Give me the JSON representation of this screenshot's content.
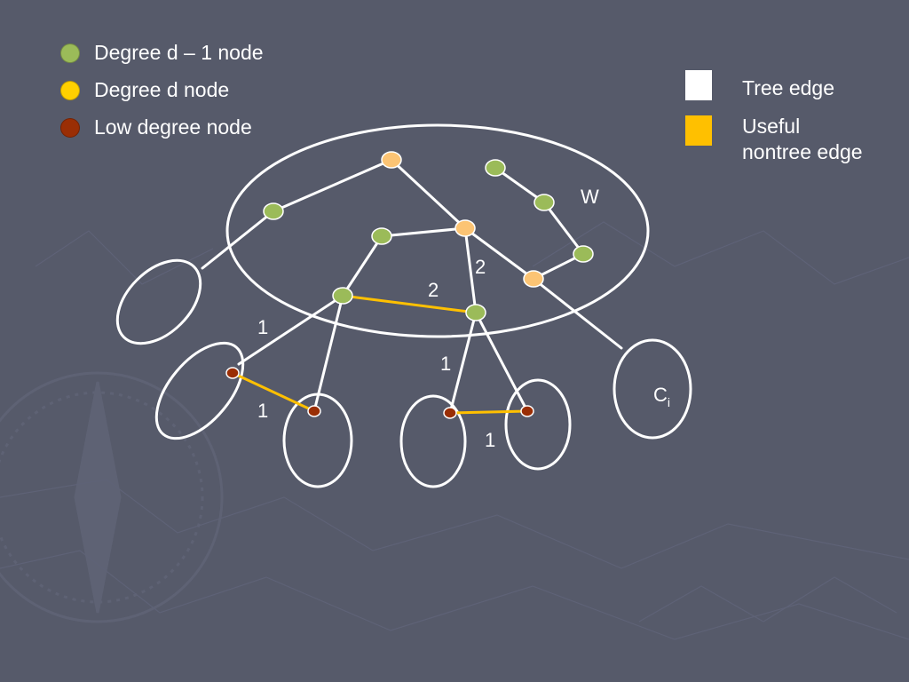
{
  "legend": {
    "degree_d_minus_1": "Degree d – 1 node",
    "degree_d": "Degree d  node",
    "low_degree": "Low degree  node",
    "tree_edge": "Tree edge",
    "useful_nontree_line1": "Useful",
    "useful_nontree_line2": "nontree edge"
  },
  "colors": {
    "background": "#565a6a",
    "green_node": "#9bbb59",
    "orange_node": "#fcc474",
    "brown_node": "#9a2e05",
    "tree_edge": "#ffffff",
    "nontree_edge": "#ffc000",
    "legend_white": "#ffffff",
    "legend_yellow": "#ffc000",
    "legend_dot_yellow": "#ffd000"
  },
  "labels": {
    "W": "W",
    "Ci_main": "C",
    "Ci_sub": "i",
    "edge_2_upper": "2",
    "edge_2_lower": "2",
    "edge_1_left": "1",
    "edge_1_mid": "1",
    "edge_1_lowleft": "1",
    "edge_1_lowright": "1"
  }
}
